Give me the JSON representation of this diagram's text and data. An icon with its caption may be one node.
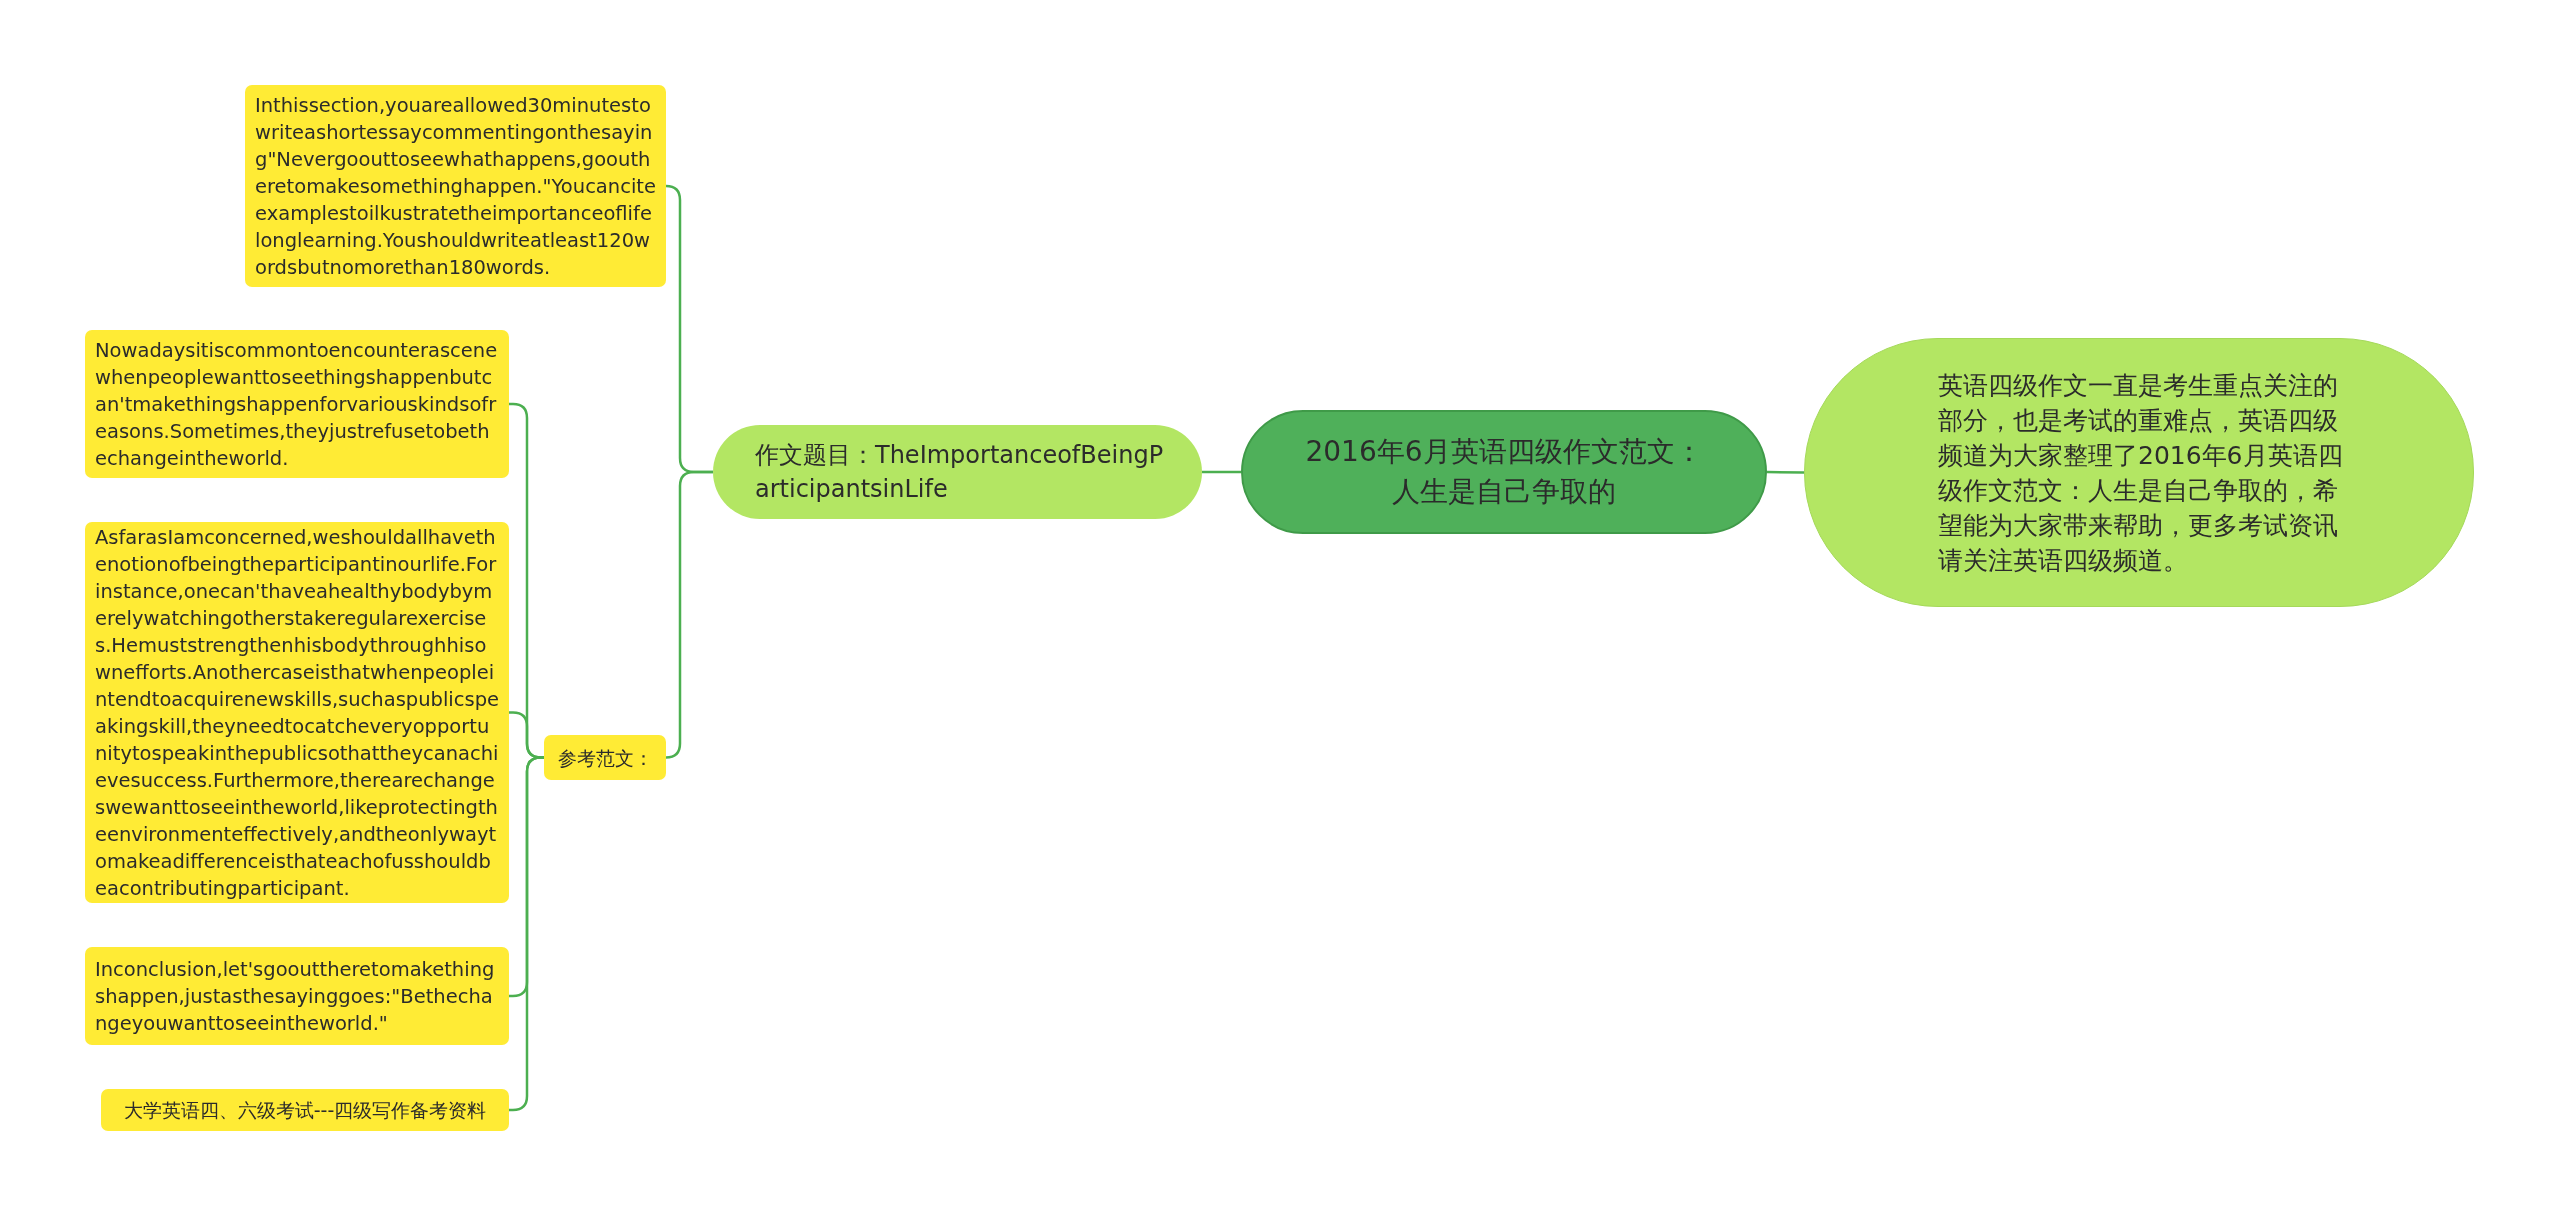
{
  "diagram": {
    "nodes": [
      {
        "text": [
          "2016年6月英语四级作文范文：人生是自己争取的"
        ]
      },
      {
        "text": [
          "作文题目：TheImportanceofBeingParticipantsinLife"
        ]
      },
      {
        "text": [
          "Inthissection,youareallowed30minutestowriteashortessaycommentingonthesaying\"Nevergoouttoseewhathappens,gooutheretomakesomethinghappen.\"Youcanciteexamplestoilkustratetheimportanceoflifelonglearning.Youshouldwriteatleast120wordsbutnomorethan180words."
        ]
      },
      {
        "text": [
          "参考范文："
        ]
      },
      {
        "text": [
          "Nowadaysitiscommontoencounterascenewhenpeoplewanttoseethingshappenbutcan'tmakethingshappenforvariouskindsofreasons.Sometimes,theyjustrefusetobethechangeintheworld."
        ]
      },
      {
        "text": [
          "AsfarasIamconcerned,weshouldallhavethenotionofbeingtheparticipantinourlife.Forinstance,onecan'thaveahealthybodybymerelywatchingotherstakeregularexercises.Hemuststrengthenhisbodythroughhisownefforts.Anothercaseisthatwhenpeopleintendtoacquirenewskills,suchaspublicspeakingskill,theyneedtocatcheveryopportunitytospeakinthepublicsothattheycanachievesuccess.Furthermore,therearechangeswewanttoseeintheworld,likeprotectingtheenvironmenteffectively,andtheonlywaytomakeadifferenceisthateachofusshouldbeacontributingparticipant."
        ]
      },
      {
        "text": [
          "Inconclusion,let'sgoouttheretomakethingshappen,justasthesayinggoes:\"Bethechangeyouwanttoseeintheworld.\""
        ]
      },
      {
        "text": [
          "大学英语四、六级考试---四级写作备考资料"
        ]
      },
      {
        "text": [
          "英语四级作文一直是考生重点关注的部分，也是考试的重难点，英语四级频道为大家整理了2016年6月英语四级作文范文：人生是自己争取的，希望能为大家带来帮助，更多考试资讯请关注英语四级频道。"
        ]
      }
    ],
    "edges": [
      {
        "from": 0,
        "to": 1,
        "arrow": "none"
      },
      {
        "from": 0,
        "to": 8,
        "arrow": "none"
      },
      {
        "from": 1,
        "to": 2,
        "arrow": "none"
      },
      {
        "from": 1,
        "to": 3,
        "arrow": "none"
      },
      {
        "from": 3,
        "to": 4,
        "arrow": "none"
      },
      {
        "from": 3,
        "to": 5,
        "arrow": "none"
      },
      {
        "from": 3,
        "to": 6,
        "arrow": "none"
      },
      {
        "from": 3,
        "to": 7,
        "arrow": "none"
      }
    ]
  }
}
